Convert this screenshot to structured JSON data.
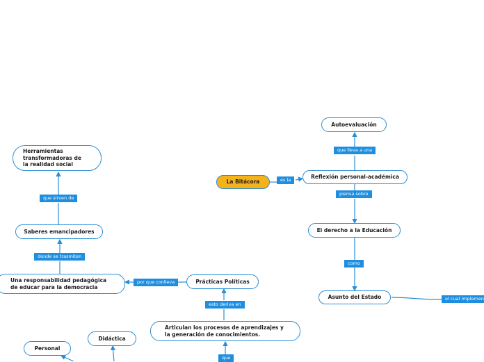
{
  "colors": {
    "line": "#2a8ed3",
    "label_bg": "#1e8ee0",
    "root_fill": "#f5b21b"
  },
  "nodes": {
    "bitacora": "La Bitácora",
    "autoevaluacion": "Autoevaluación",
    "reflexion": "Reflexión personal-académica",
    "derecho": "El derecho a la Educación",
    "asunto": "Asunto del Estado",
    "herramientas": "Herramientas transformadoras de la realidad social",
    "saberes": "Saberes emancipadores",
    "responsabilidad": "Una responsabilidad pedagógica de educar para la democracia",
    "practicas": "Prácticas Políticas",
    "articulan": "Articulan los procesos de aprendizajes y la generación de conocimientos.",
    "personal": "Personal",
    "didactica": "Didáctica"
  },
  "labels": {
    "es_la": "es la",
    "que_lleva": "que lleva a una",
    "piensa_sobre": "piensa sobre",
    "como": "como",
    "el_cual": "el cual implementa",
    "que_sirven": "que sirven de",
    "donde_se": "donde se trasmiten",
    "por_que": "por que  conlleva",
    "esto_deriva": "esto deriva en",
    "que": "que"
  }
}
